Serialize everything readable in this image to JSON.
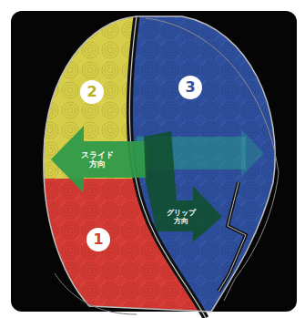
{
  "diagram": {
    "nodes": [
      {
        "text": [
          "2"
        ]
      },
      {
        "text": [
          "3"
        ]
      },
      {
        "text": [
          "スライド 方向"
        ]
      },
      {
        "text": [
          "グリップ 方向"
        ]
      },
      {
        "text": [
          "1"
        ]
      }
    ]
  }
}
